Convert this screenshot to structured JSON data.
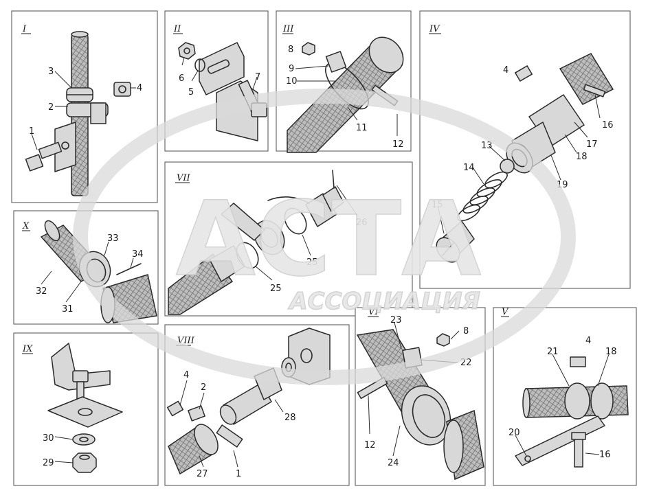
{
  "watermark": {
    "main": "АСТА",
    "sub": "АССОЦИАЦИЯ"
  },
  "panels": [
    {
      "id": "I",
      "callouts": [
        "1",
        "2",
        "3",
        "4"
      ]
    },
    {
      "id": "II",
      "callouts": [
        "5",
        "6",
        "7"
      ]
    },
    {
      "id": "III",
      "callouts": [
        "8",
        "9",
        "10",
        "11",
        "12"
      ]
    },
    {
      "id": "IV",
      "callouts": [
        "4",
        "13",
        "14",
        "15",
        "16",
        "17",
        "18",
        "19"
      ]
    },
    {
      "id": "X",
      "callouts": [
        "31",
        "32",
        "33",
        "34"
      ]
    },
    {
      "id": "VII",
      "callouts": [
        "25",
        "25",
        "26"
      ]
    },
    {
      "id": "IX",
      "callouts": [
        "29",
        "30"
      ]
    },
    {
      "id": "VIII",
      "callouts": [
        "1",
        "2",
        "4",
        "27",
        "28"
      ]
    },
    {
      "id": "VI",
      "callouts": [
        "8",
        "12",
        "22",
        "23",
        "24"
      ]
    },
    {
      "id": "V",
      "callouts": [
        "4",
        "16",
        "18",
        "20",
        "21"
      ]
    }
  ],
  "colors": {
    "ink": "#2a2a2a",
    "frame": "#6a6a6a",
    "watermark": "#d9d9d9"
  }
}
